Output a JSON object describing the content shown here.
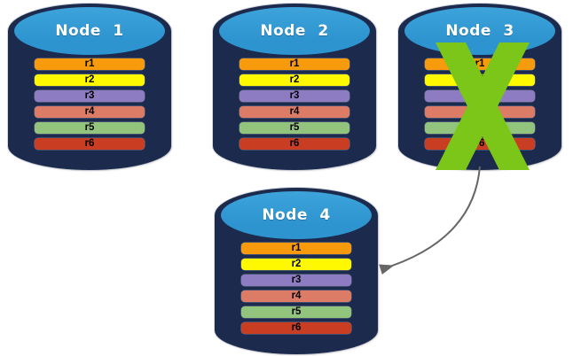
{
  "diagram": {
    "background_color": "#ffffff",
    "cylinder": {
      "body_color": "#1C2B4D",
      "top_color": "#2E94D0",
      "title_color": "#ffffff"
    },
    "arrow": {
      "color": "#666666"
    },
    "x_mark": {
      "color": "#7BC618"
    },
    "nodes": [
      {
        "title": "Node 1",
        "crossed_out": false,
        "rows": [
          {
            "label": "r1",
            "color": "#F79A0B"
          },
          {
            "label": "r2",
            "color": "#FEF900"
          },
          {
            "label": "r3",
            "color": "#8E7CC3"
          },
          {
            "label": "r4",
            "color": "#DC7B66"
          },
          {
            "label": "r5",
            "color": "#93C47D"
          },
          {
            "label": "r6",
            "color": "#C93E23"
          }
        ]
      },
      {
        "title": "Node 2",
        "crossed_out": false,
        "rows": [
          {
            "label": "r1",
            "color": "#F79A0B"
          },
          {
            "label": "r2",
            "color": "#FEF900"
          },
          {
            "label": "r3",
            "color": "#8E7CC3"
          },
          {
            "label": "r4",
            "color": "#DC7B66"
          },
          {
            "label": "r5",
            "color": "#93C47D"
          },
          {
            "label": "r6",
            "color": "#C93E23"
          }
        ]
      },
      {
        "title": "Node 3",
        "crossed_out": true,
        "rows": [
          {
            "label": "r1",
            "color": "#F79A0B"
          },
          {
            "label": "r2",
            "color": "#FEF900"
          },
          {
            "label": "r3",
            "color": "#8E7CC3"
          },
          {
            "label": "r4",
            "color": "#DC7B66"
          },
          {
            "label": "r5",
            "color": "#93C47D"
          },
          {
            "label": "r6",
            "color": "#C93E23"
          }
        ]
      },
      {
        "title": "Node 4",
        "crossed_out": false,
        "rows": [
          {
            "label": "r1",
            "color": "#F79A0B"
          },
          {
            "label": "r2",
            "color": "#FEF900"
          },
          {
            "label": "r3",
            "color": "#8E7CC3"
          },
          {
            "label": "r4",
            "color": "#DC7B66"
          },
          {
            "label": "r5",
            "color": "#93C47D"
          },
          {
            "label": "r6",
            "color": "#C93E23"
          }
        ]
      }
    ]
  }
}
